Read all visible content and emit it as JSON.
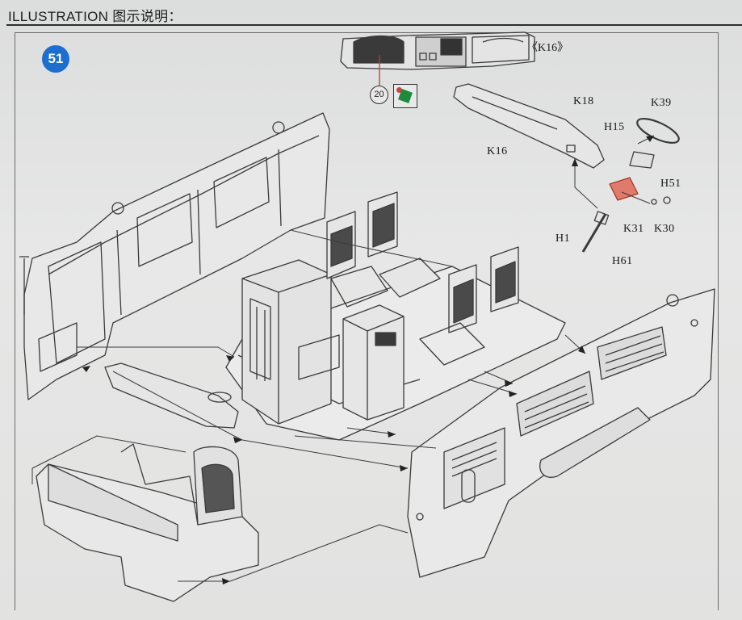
{
  "header": {
    "title": "ILLUSTRATION 图示说明："
  },
  "step": {
    "number": "51"
  },
  "reference": {
    "text": "《K16》"
  },
  "callout": {
    "number": "20"
  },
  "parts": {
    "k18": "K18",
    "k39": "K39",
    "h15": "H15",
    "k16": "K16",
    "h51": "H51",
    "k31": "K31",
    "k30": "K30",
    "h1": "H1",
    "h61": "H61"
  },
  "colors": {
    "step_badge": "#1a6fd1",
    "paint_chip": "#1d8c3a",
    "highlight_part": "#e07a6a"
  }
}
